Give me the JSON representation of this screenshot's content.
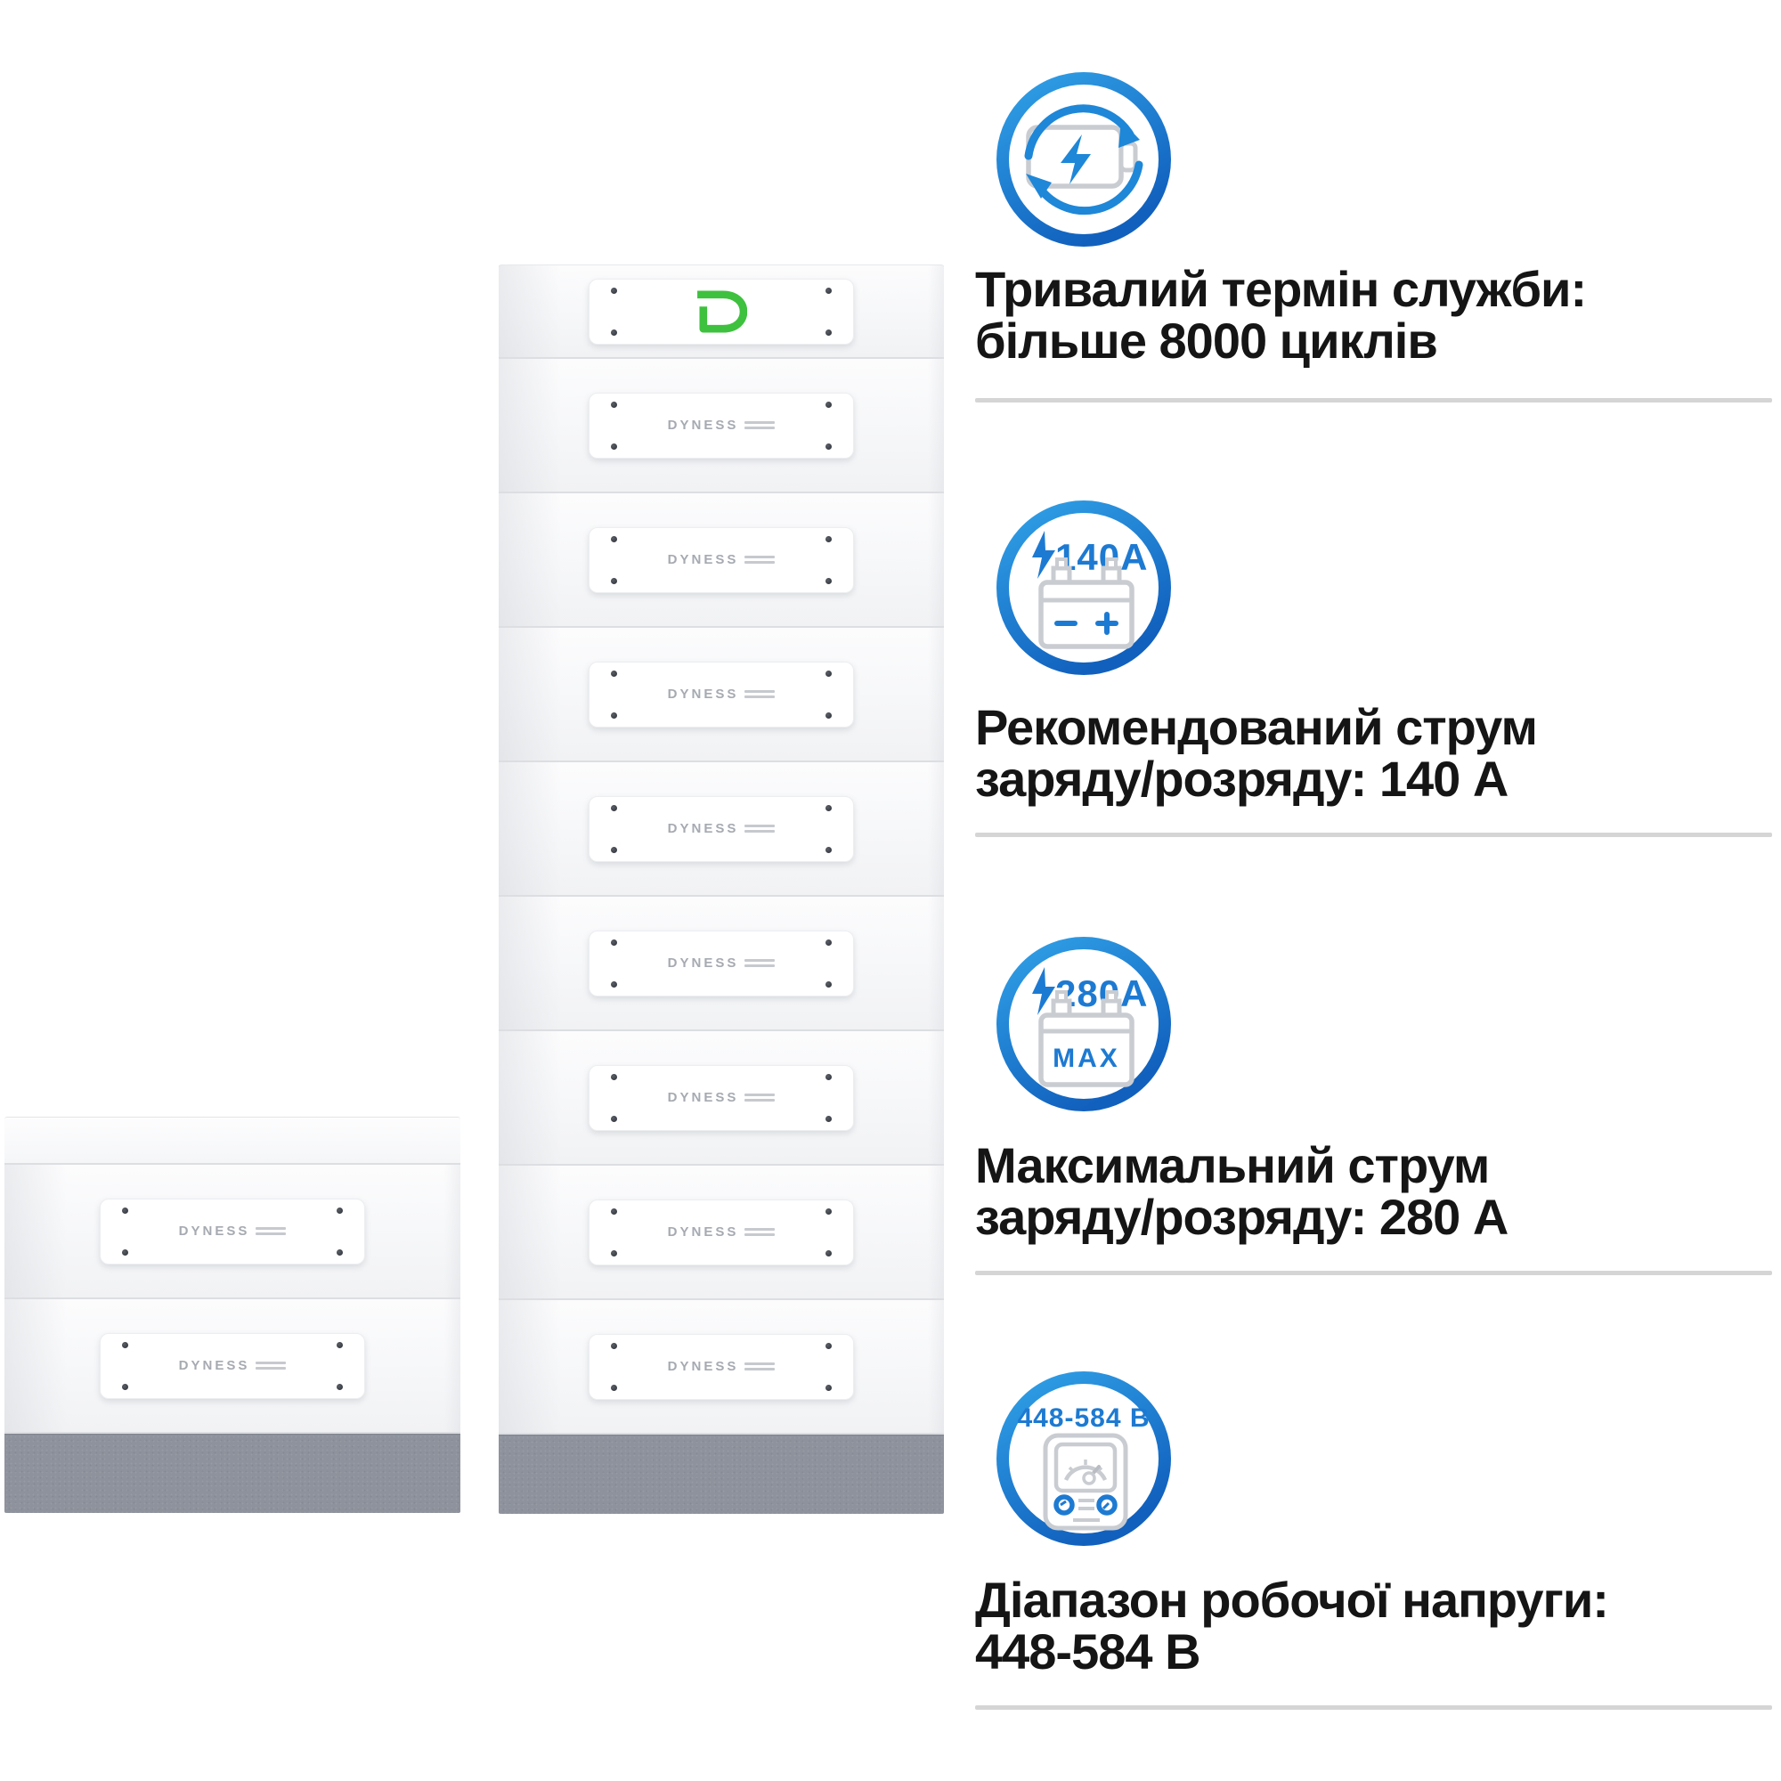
{
  "brand": {
    "wordmark": "DYNESS",
    "logo_letter": "D"
  },
  "colors": {
    "accent_blue": "#1e87d8",
    "accent_blue_dark": "#1160bd",
    "accent_blue_light": "#31a2e8",
    "icon_text_blue": "#1d7ad2",
    "logo_green": "#3ec13e",
    "battery_outline_gray": "#c9ccd1",
    "base_gray": "#8d929c",
    "divider_gray": "#d5d5d5",
    "text_black": "#151515",
    "dyness_gray": "#a6aab1"
  },
  "towers": {
    "small": {
      "modules": [
        {
          "label": "DYNESS"
        },
        {
          "label": "DYNESS"
        }
      ]
    },
    "tall": {
      "top_module_logo": "D",
      "modules": [
        {
          "label": "DYNESS"
        },
        {
          "label": "DYNESS"
        },
        {
          "label": "DYNESS"
        },
        {
          "label": "DYNESS"
        },
        {
          "label": "DYNESS"
        },
        {
          "label": "DYNESS"
        },
        {
          "label": "DYNESS"
        },
        {
          "label": "DYNESS"
        }
      ]
    }
  },
  "features": [
    {
      "id": "cycle-life",
      "icon": "battery-cycle-icon",
      "title_lines": [
        "Тривалий термін служби:",
        "більше 8000 циклів"
      ]
    },
    {
      "id": "recommended-current",
      "icon": "battery-recommended-current-icon",
      "badge": "140A",
      "title_lines": [
        "Рекомендований струм",
        "заряду/розряду: 140 А"
      ]
    },
    {
      "id": "max-current",
      "icon": "battery-max-current-icon",
      "badge": "280A",
      "badge_sub": "MAX",
      "title_lines": [
        "Максимальний струм",
        "заряду/розряду: 280 А"
      ]
    },
    {
      "id": "voltage-range",
      "icon": "voltmeter-icon",
      "badge": "448-584 В",
      "title_lines": [
        "Діапазон робочої напруги:",
        "448-584 В"
      ]
    }
  ]
}
